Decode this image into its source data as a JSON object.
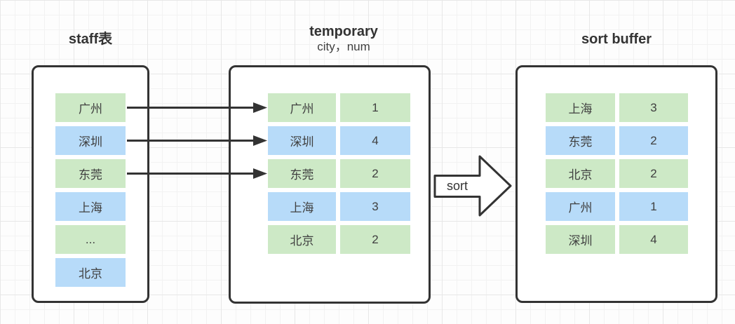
{
  "colors": {
    "cell_green": "#cde9c6",
    "cell_blue": "#b7dbf9",
    "border": "#333333",
    "text": "#404040"
  },
  "staff_table": {
    "title": "staff表",
    "rows": [
      {
        "city": "广州",
        "color": "green"
      },
      {
        "city": "深圳",
        "color": "blue"
      },
      {
        "city": "东莞",
        "color": "green"
      },
      {
        "city": "上海",
        "color": "blue"
      },
      {
        "city": "...",
        "color": "green"
      },
      {
        "city": "北京",
        "color": "blue"
      }
    ]
  },
  "temporary_table": {
    "title": "temporary",
    "subtitle": "city，num",
    "rows": [
      {
        "city": "广州",
        "num": "1",
        "color": "green"
      },
      {
        "city": "深圳",
        "num": "4",
        "color": "blue"
      },
      {
        "city": "东莞",
        "num": "2",
        "color": "green"
      },
      {
        "city": "上海",
        "num": "3",
        "color": "blue"
      },
      {
        "city": "北京",
        "num": "2",
        "color": "green"
      }
    ]
  },
  "sort_buffer": {
    "title": "sort buffer",
    "rows": [
      {
        "city": "上海",
        "num": "3",
        "color": "green"
      },
      {
        "city": "东莞",
        "num": "2",
        "color": "blue"
      },
      {
        "city": "北京",
        "num": "2",
        "color": "green"
      },
      {
        "city": "广州",
        "num": "1",
        "color": "blue"
      },
      {
        "city": "深圳",
        "num": "4",
        "color": "green"
      }
    ]
  },
  "sort_arrow": {
    "label": "sort"
  }
}
